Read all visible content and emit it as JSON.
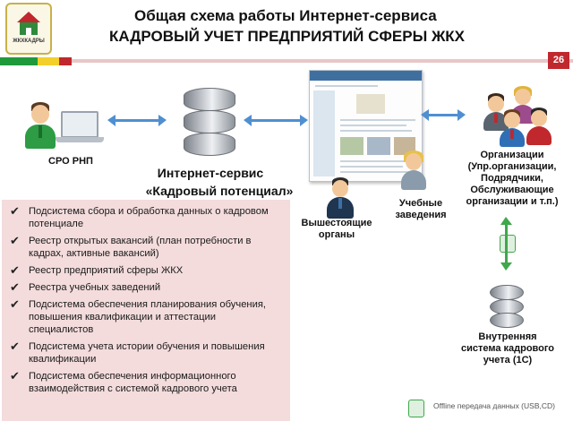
{
  "header": {
    "logo_text": "ЖКХКАДРЫ",
    "title_line1": "Общая схема работы Интернет-сервиса",
    "title_line2": "КАДРОВЫЙ УЧЕТ ПРЕДПРИЯТИЙ СФЕРЫ ЖКХ",
    "page_number": "26"
  },
  "colors": {
    "accent_red": "#c0282d",
    "accent_green": "#1f9a3b",
    "accent_yellow": "#f2cf2a",
    "arrow_blue": "#4f8fd1",
    "arrow_green": "#3fa84b",
    "panel_pink": "#f4dcdc"
  },
  "icons": [
    "person-icon",
    "laptop-icon",
    "database-icon",
    "website-screenshot",
    "double-arrow-icon",
    "offline-transfer-icon",
    "checkmark-icon"
  ],
  "nodes": {
    "sro": "СРО РНП",
    "service_line1": "Интернет-сервис",
    "service_line2": "«Кадровый потенциал»",
    "gov_line1": "Вышестоящие",
    "gov_line2": "органы",
    "edu_line1": "Учебные",
    "edu_line2": "заведения",
    "org_lines": [
      "Организации",
      "(Упр.организации,",
      "Подрядчики,",
      "Обслуживающие",
      "организации и т.п.)"
    ],
    "internal_lines": [
      "Внутренняя",
      "система кадрового",
      "учета (1С)"
    ]
  },
  "subsystems": [
    "Подсистема сбора и обработка данных о кадровом потенциале",
    "Реестр открытых вакансий (план потребности в кадрах, активные вакансий)",
    "Реестр предприятий сферы ЖКХ",
    "Реестра учебных заведений",
    "Подсистема обеспечения планирования обучения, повышения квалификации и аттестации специалистов",
    "Подсистема учета истории обучения и повышения квалификации",
    "Подсистема обеспечения информационного взаимодействия с системой кадрового учета"
  ],
  "legend": {
    "offline": "Offline передача данных (USB,CD)"
  }
}
